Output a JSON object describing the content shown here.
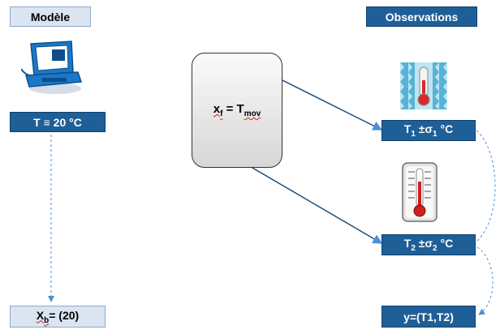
{
  "model_label": "Modèle",
  "observations_label": "Observations",
  "model_value": "T ≡ 20 °C",
  "background": {
    "prefix": "X",
    "sub": "b",
    "rest": "= (20)"
  },
  "operator": {
    "x": "x",
    "x_sub": "f",
    "eq": " = T",
    "t_sub": "mov"
  },
  "obs1": {
    "t": "T",
    "t_sub": "1",
    "pm": " ±σ",
    "s_sub": "1",
    "unit": " °C"
  },
  "obs2": {
    "t": "T",
    "t_sub": "2",
    "pm": " ±σ",
    "s_sub": "2",
    "unit": " °C"
  },
  "obs_vector": "y=(T1,T2)",
  "icons": [
    "computer-icon",
    "thermometer-icon",
    "thermometer-icon"
  ],
  "colors": {
    "dark_box": "#1f5f98",
    "light_box": "#dbe5f1",
    "arrow": "#1f4e79",
    "dashed": "#4a90d9"
  }
}
